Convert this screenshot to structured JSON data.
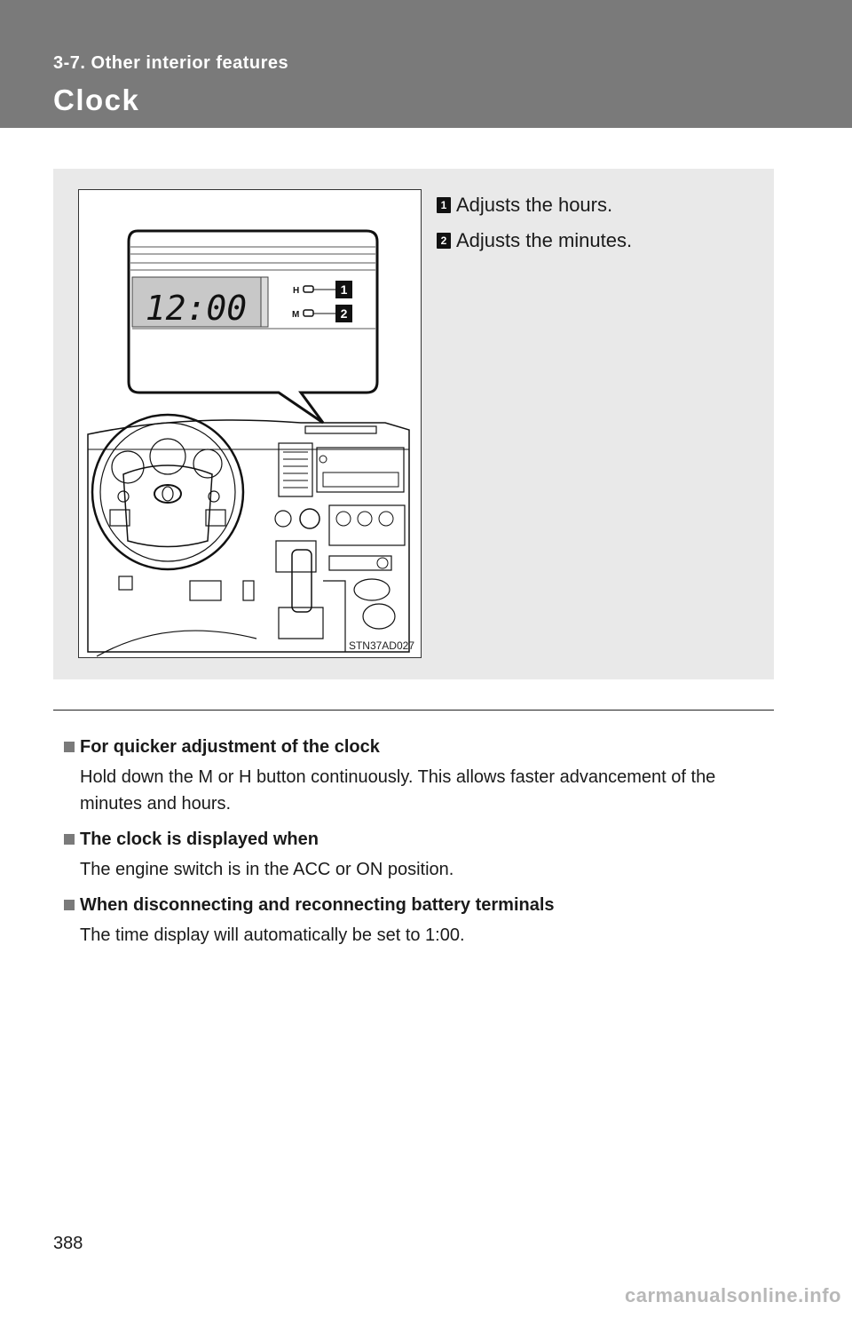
{
  "header": {
    "section": "3-7. Other interior features",
    "title": "Clock"
  },
  "figure": {
    "clock_reading": "12:00",
    "button_h": "H",
    "button_m": "M",
    "callout_1": "1",
    "callout_2": "2",
    "code": "STN37AD027"
  },
  "legend": [
    {
      "num": "1",
      "text": "Adjusts the hours."
    },
    {
      "num": "2",
      "text": "Adjusts the minutes."
    }
  ],
  "notes": [
    {
      "heading": "For quicker adjustment of the clock",
      "body": "Hold down the M or H button continuously. This allows faster advancement of the minutes and hours."
    },
    {
      "heading": "The clock is displayed when",
      "body": "The engine switch is in the ACC or ON position."
    },
    {
      "heading": "When disconnecting and reconnecting battery terminals",
      "body": "The time display will automatically be set to 1:00."
    }
  ],
  "page_number": "388",
  "watermark": "carmanualsonline.info",
  "colors": {
    "header": "#7a7a7a",
    "panel": "#e9e9e9",
    "display": "#c8c8c8"
  }
}
